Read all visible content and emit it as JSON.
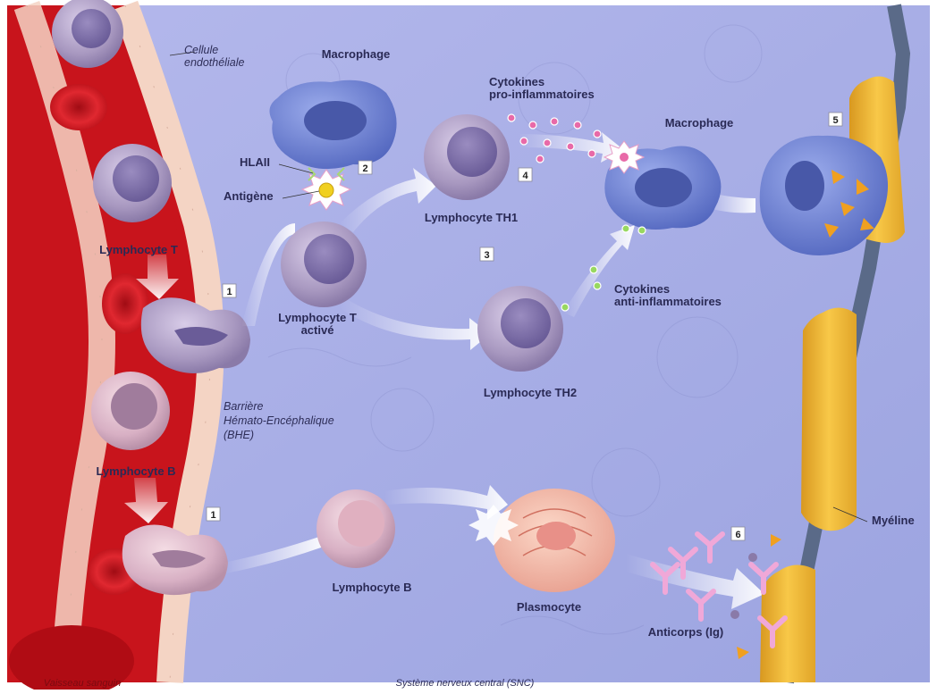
{
  "labels": {
    "endothelial_cell": [
      "Cellule",
      "endothéliale"
    ],
    "macrophage_top": "Macrophage",
    "hlaii": "HLAII",
    "antigen": "Antigène",
    "lymphocyte_t": "Lymphocyte T",
    "lymphocyte_t_active": [
      "Lymphocyte T",
      "activé"
    ],
    "lymphocyte_th1": "Lymphocyte TH1",
    "cytokines_pro": [
      "Cytokines",
      "pro-inflammatoires"
    ],
    "macrophage_right": "Macrophage",
    "cytokines_anti": [
      "Cytokines",
      "anti-inflammatoires"
    ],
    "lymphocyte_th2": "Lymphocyte TH2",
    "bhe": [
      "Barrière",
      "Hémato-Encéphalique",
      "(BHE)"
    ],
    "lymphocyte_b_vessel": "Lymphocyte B",
    "lymphocyte_b": "Lymphocyte B",
    "plasmocyte": "Plasmocyte",
    "anticorps": "Anticorps (Ig)",
    "myeline": "Myéline",
    "snc": "Système nerveux central (SNC)",
    "vaisseau": "Vaisseau sanguin"
  },
  "steps": {
    "s1_t": "1",
    "s1_b": "1",
    "s2": "2",
    "s3": "3",
    "s4": "4",
    "s5": "5",
    "s6": "6"
  },
  "colors": {
    "background": "#a8aee8",
    "vessel": "#c8141c",
    "endothelium": "#f4d4c4",
    "lymphocyte": "#a898c0",
    "macrophage": "#6d7fd4",
    "myelin": "#f0b838",
    "axon": "#5a6a88",
    "plasmocyte": "#f4bca8",
    "antibody": "#f0a8d8",
    "cytokine_pro": "#e0509a",
    "cytokine_anti": "#8cc84a"
  }
}
